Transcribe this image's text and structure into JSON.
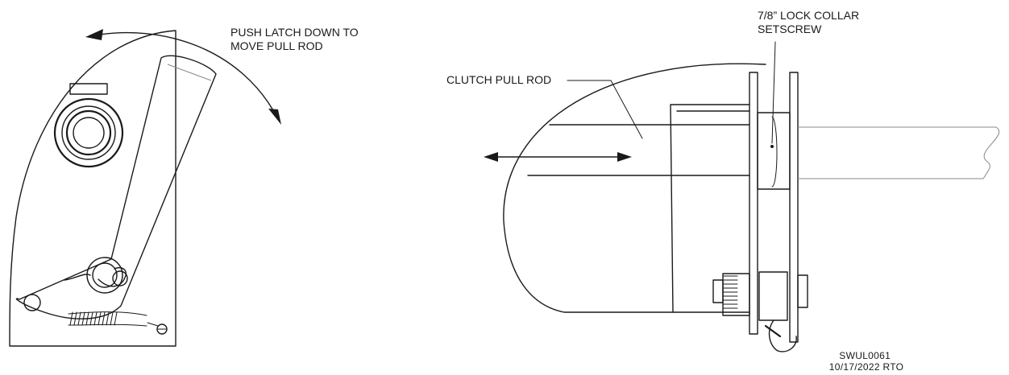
{
  "labels": {
    "push_latch_line1": "PUSH LATCH DOWN TO",
    "push_latch_line2": "MOVE PULL ROD",
    "lock_collar_line1": "7/8” LOCK COLLAR",
    "lock_collar_line2": "SETSCREW",
    "clutch_pull_rod": "CLUTCH PULL ROD"
  },
  "drawing_id": {
    "code": "SWUL0061",
    "date_line": "10/17/2022 RTO"
  }
}
